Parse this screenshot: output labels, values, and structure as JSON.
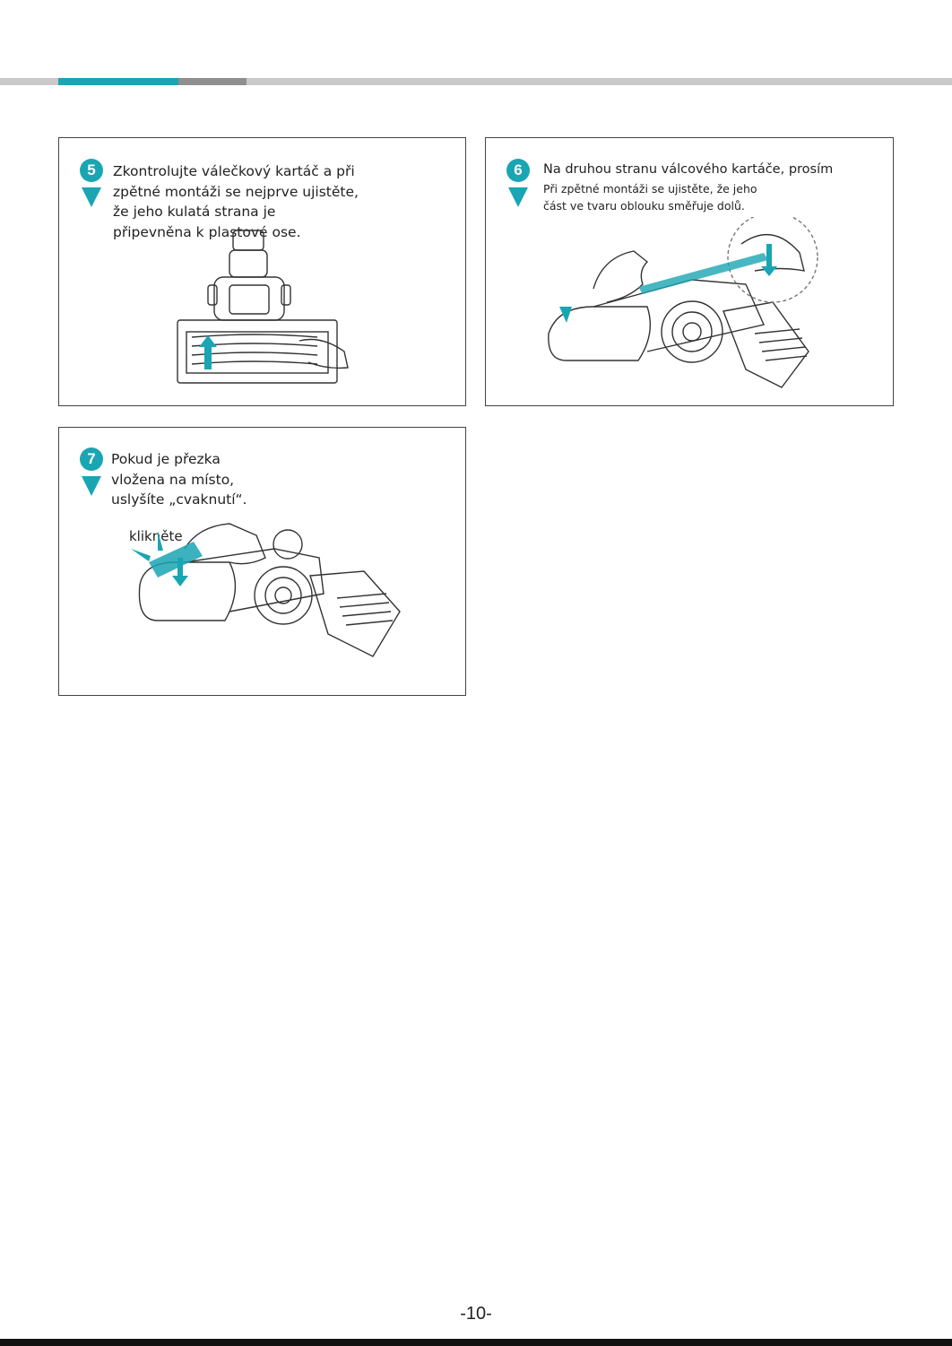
{
  "steps": [
    {
      "number": "5",
      "lines": [
        "Zkontrolujte válečkový kartáč a při",
        "zpětné montáži se nejprve ujistěte,",
        "že jeho kulatá strana je",
        "připevněna k plastové ose."
      ]
    },
    {
      "number": "6",
      "heading": "Na druhou stranu válcového kartáče, prosím",
      "lines": [
        "Při zpětné montáži se ujistěte, že jeho",
        "část ve tvaru oblouku směřuje dolů."
      ]
    },
    {
      "number": "7",
      "lines": [
        "Pokud je přezka",
        "vložena na místo,",
        "uslyšíte „cvaknutí“."
      ],
      "callout": "klikněte"
    }
  ],
  "page_number": "-10-",
  "colors": {
    "accent": "#1aa5b3",
    "bar_grey": "#c9c9c9",
    "bar_dark": "#8f8f8f"
  }
}
